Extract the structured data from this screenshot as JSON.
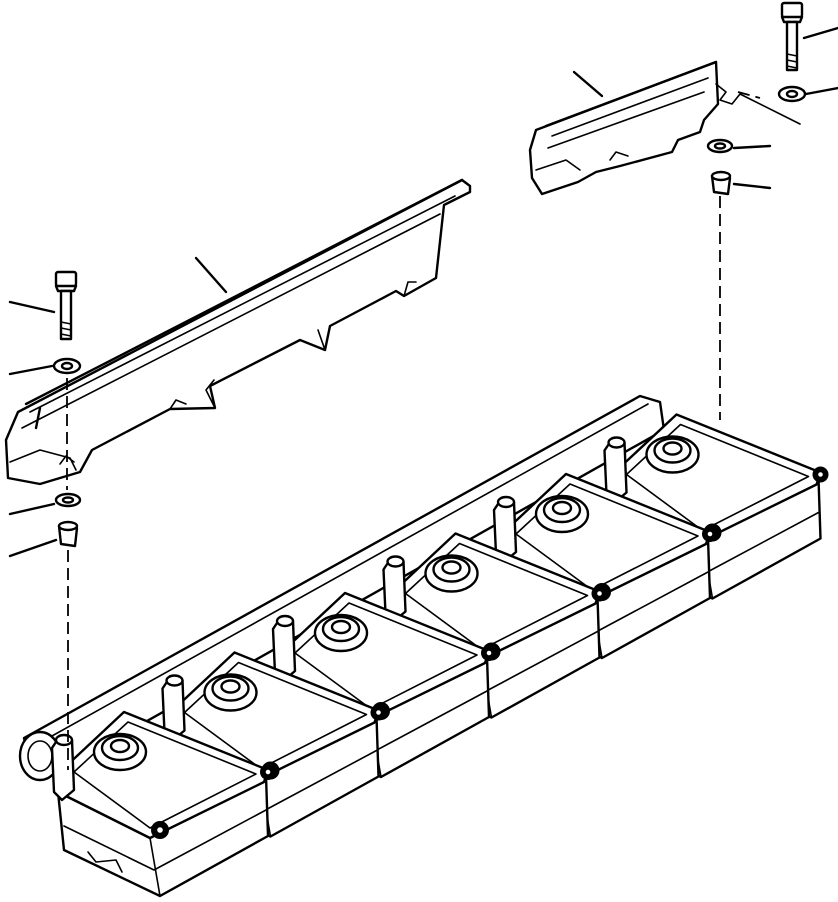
{
  "diagram": {
    "parts": [
      {
        "id": "cover-left",
        "kind": "cover"
      },
      {
        "id": "cover-right",
        "kind": "cover"
      },
      {
        "id": "bolt-left",
        "kind": "bolt"
      },
      {
        "id": "bolt-right",
        "kind": "bolt"
      },
      {
        "id": "washer-left-upper",
        "kind": "washer"
      },
      {
        "id": "washer-left-lower",
        "kind": "washer"
      },
      {
        "id": "washer-right-upper",
        "kind": "washer"
      },
      {
        "id": "washer-right-lower",
        "kind": "washer"
      },
      {
        "id": "spacer-left",
        "kind": "spacer"
      },
      {
        "id": "spacer-right",
        "kind": "spacer"
      },
      {
        "id": "valve-covers",
        "kind": "head-cover-assembly",
        "count": 6
      }
    ]
  }
}
